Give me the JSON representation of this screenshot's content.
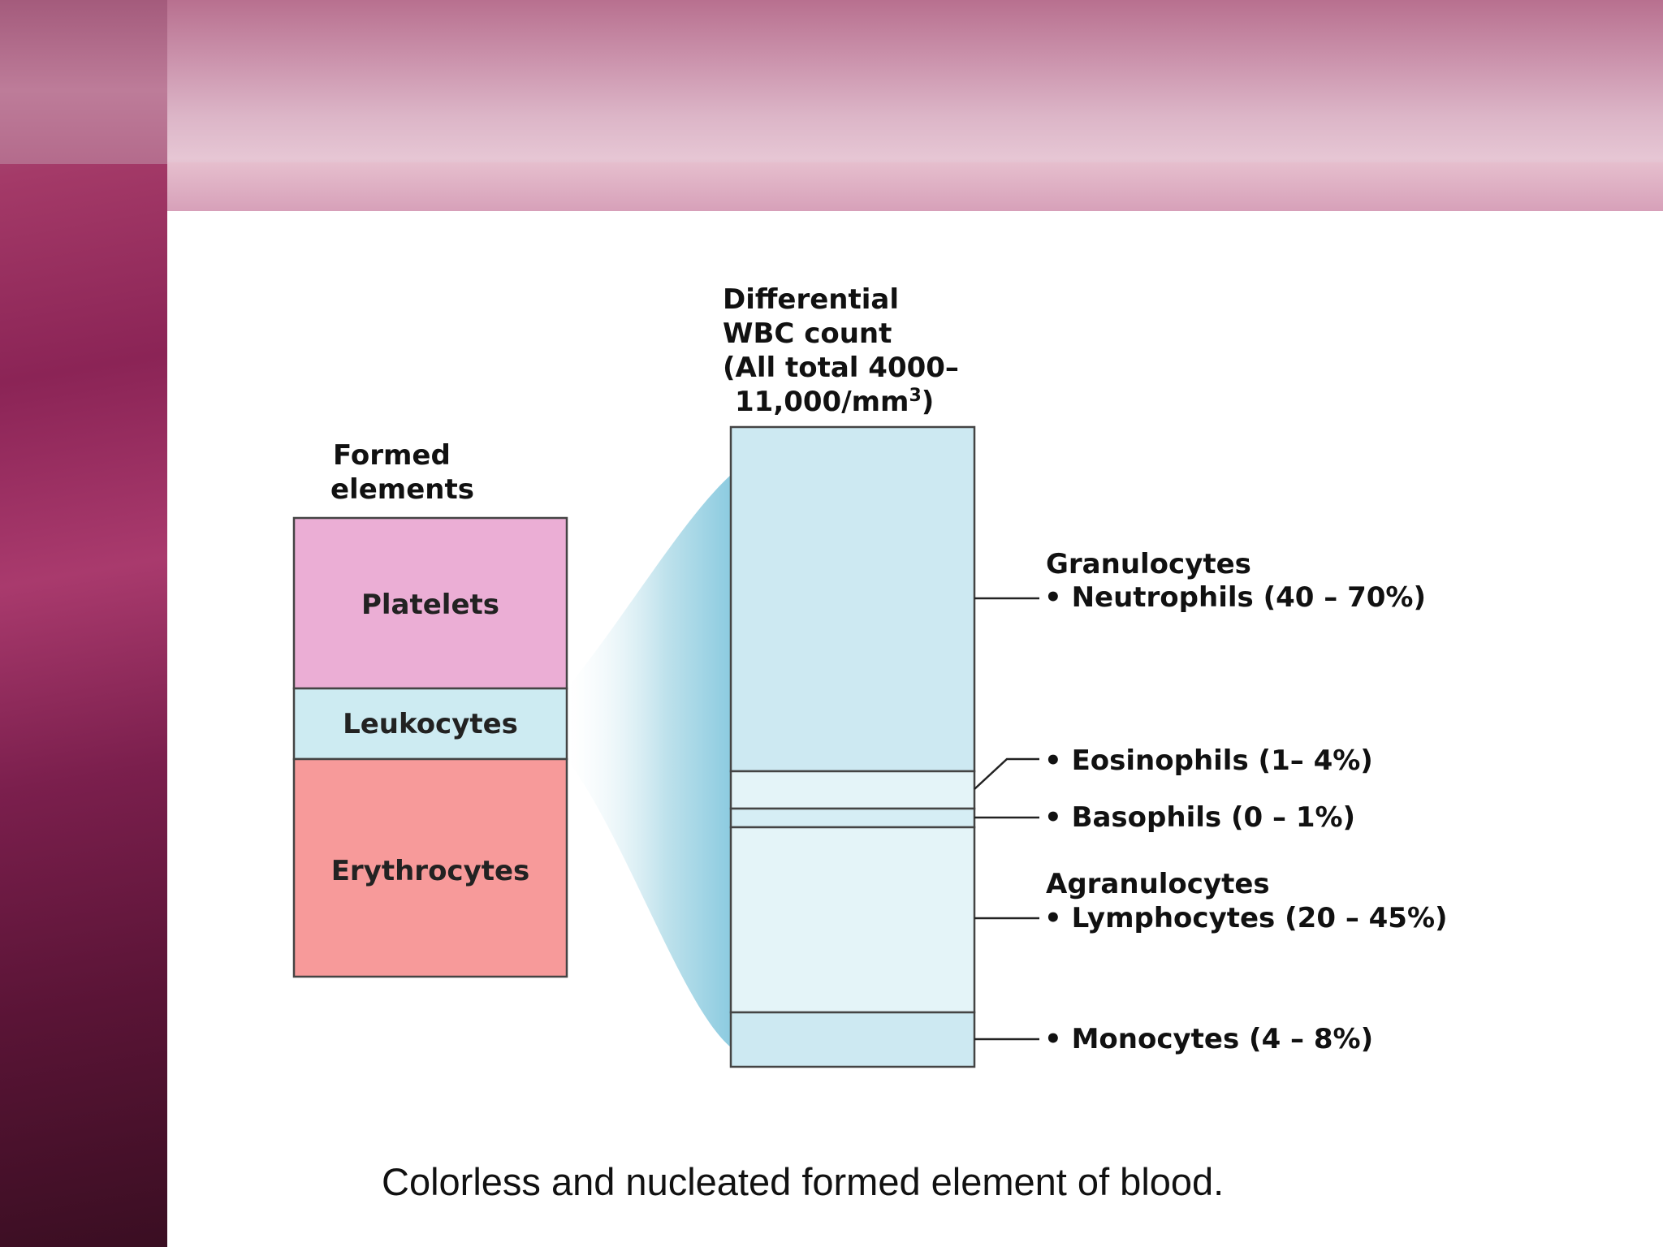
{
  "formed_elements": {
    "title_line1": "Formed",
    "title_line2": "elements",
    "segments": [
      {
        "label": "Platelets",
        "color": "#ebaed5"
      },
      {
        "label": "Leukocytes",
        "color": "#cdebf2"
      },
      {
        "label": "Erythrocytes",
        "color": "#f79a9a"
      }
    ]
  },
  "differential": {
    "title_line1": "Differential",
    "title_line2": "WBC count",
    "title_line3": "(All total 4000–",
    "title_line4_main": "11,000/mm",
    "title_line4_sup": "3",
    "title_line4_close": ")",
    "bar_color": "#cde9f2",
    "bar_light_color": "#e4f4f8"
  },
  "labels": {
    "granulocytes_header": "Granulocytes",
    "neutrophils": "• Neutrophils (40 – 70%)",
    "eosinophils": "•  Eosinophils (1– 4%)",
    "basophils": "• Basophils (0 – 1%)",
    "agranulocytes_header": "Agranulocytes",
    "lymphocytes": "• Lymphocytes (20 – 45%)",
    "monocytes": "• Monocytes (4 – 8%)"
  },
  "caption": "Colorless and nucleated formed element of blood.",
  "colors": {
    "funnel": "#a9d8e6",
    "outline": "#444444"
  }
}
